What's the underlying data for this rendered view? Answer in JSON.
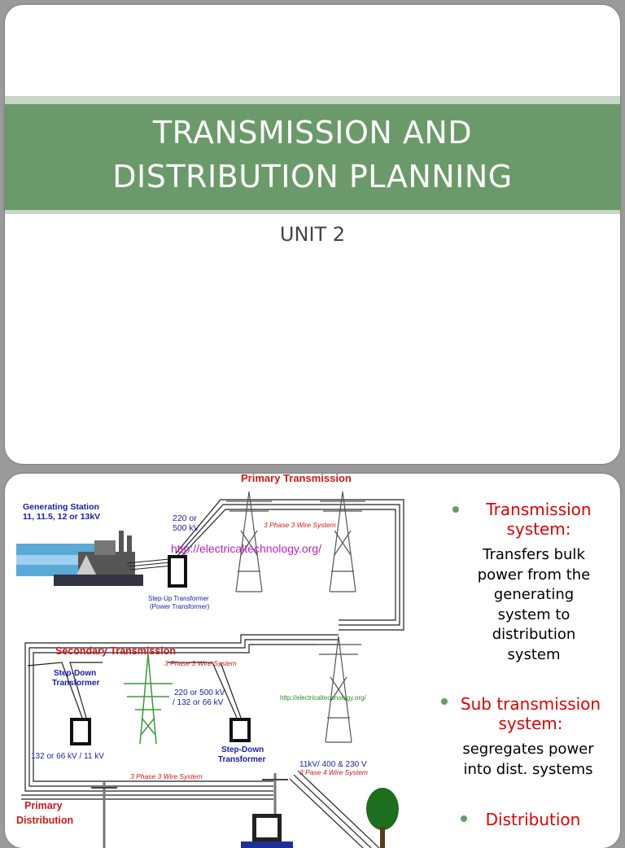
{
  "slide1": {
    "title_line1": "TRANSMISSION AND",
    "title_line2": "DISTRIBUTION PLANNING",
    "subtitle": "UNIT 2"
  },
  "slide2": {
    "diagram": {
      "primary_transmission": "Primary Transmission",
      "generating_station_line1": "Generating Station",
      "generating_station_line2": "11, 11.5, 12 or 13kV",
      "voltage_220_line1": "220 or",
      "voltage_220_line2": "500 kV",
      "wire_system_top": "3 Phase 3 Wire System",
      "url_main": "http://electricaltechnology.org/",
      "stepup_line1": "Step-Up Transformer",
      "stepup_line2": "(Power Transformer)",
      "secondary_transmission": "Secondary Transmission",
      "wire_system_mid": "3 Phase 3 Wire System",
      "stepdown_left_line1": "Step-Down",
      "stepdown_left_line2": "Transformer",
      "voltage_mid_line1": "220 or 500 kV",
      "voltage_mid_line2": "/ 132 or 66 kV",
      "url_small": "http://electricaltechnology.org/",
      "voltage_132": "132 or 66 kV / 11 kV",
      "stepdown_right_line1": "Step-Down",
      "stepdown_right_line2": "Transformer",
      "voltage_11kv_line1": "11kV/ 400 & 230 V",
      "voltage_11kv_line2": "3 Pase 4 Wire System",
      "wire_system_low": "3 Phase 3 Wire System",
      "primary_distribution_line1": "Primary",
      "primary_distribution_line2": "Distribution"
    },
    "bullets": {
      "b1_head_line1": "Transmission",
      "b1_head_line2": "system:",
      "b1_text": [
        "Transfers bulk",
        "power from the",
        "generating",
        "system to",
        "distribution",
        "system"
      ],
      "b2_head_line1": "Sub transmission",
      "b2_head_line2": "system:",
      "b2_text": [
        "segregates power",
        "into dist. systems"
      ],
      "b3_head_line1": "Distribution"
    }
  },
  "colors": {
    "accent_green": "#6b9a6a",
    "band_light": "#c7d6c5",
    "label_red": "#e00000",
    "label_blue": "#1a1aa8"
  }
}
